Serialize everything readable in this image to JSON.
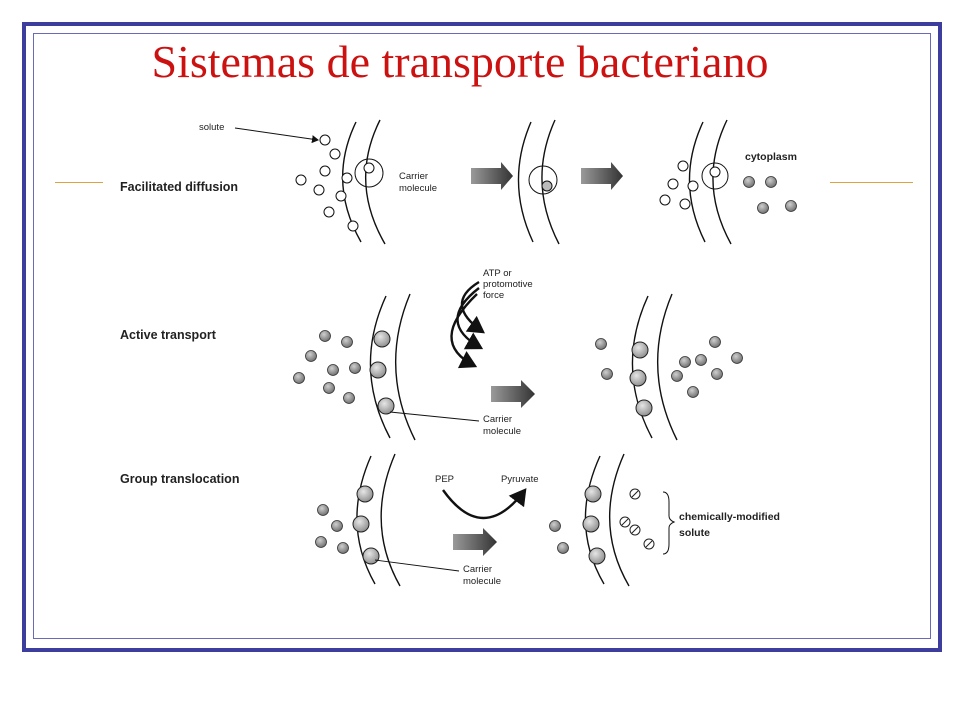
{
  "title": "Sistemas de transporte bacteriano",
  "diagram": {
    "rows": [
      {
        "label": "Facilitated diffusion"
      },
      {
        "label": "Active transport"
      },
      {
        "label": "Group translocation"
      }
    ],
    "annotations": {
      "solute": "solute",
      "carrier_line1": "Carrier",
      "carrier_line2": "molecule",
      "cytoplasm": "cytoplasm",
      "atp_line1": "ATP or",
      "atp_line2": "protomotive",
      "atp_line3": "force",
      "pep": "PEP",
      "pyruvate": "Pyruvate",
      "modified_line1": "chemically-modified",
      "modified_line2": "solute"
    }
  },
  "colors": {
    "title": "#cc1111",
    "frame": "#3d3d9e",
    "accent_rule": "#d9a441"
  }
}
